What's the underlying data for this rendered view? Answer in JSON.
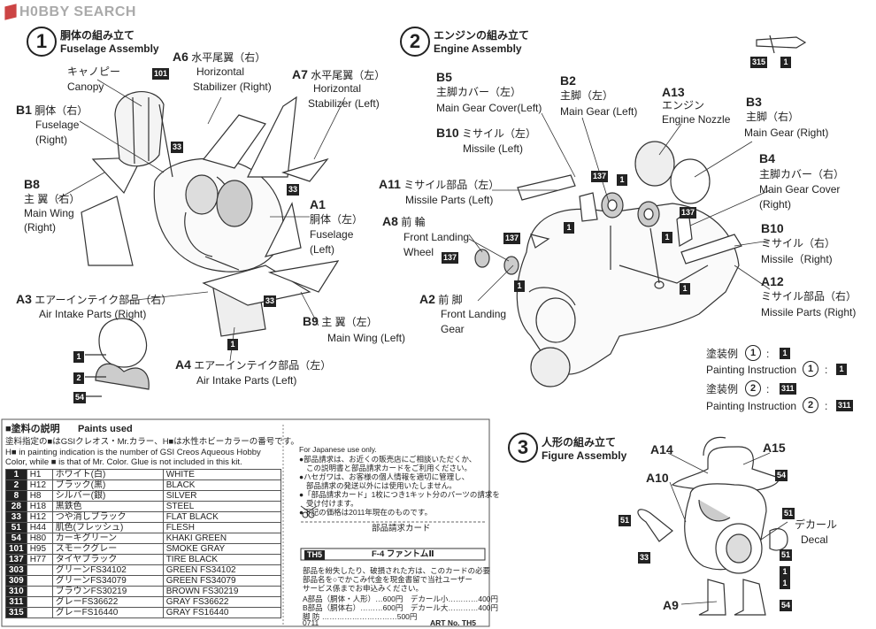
{
  "logo": {
    "brand": "H0BBY SEARCH"
  },
  "sec1": {
    "num": "1",
    "title_jp": "胴体の組み立て",
    "title_en": "Fuselage Assembly",
    "canopy": {
      "jp": "キャノピー",
      "en": "Canopy",
      "paint": "101"
    },
    "b1": {
      "code": "B1",
      "jp": "胴体（右）",
      "en1": "Fuselage",
      "en2": "(Right)"
    },
    "a6": {
      "code": "A6",
      "jp": "水平尾翼（右）",
      "en1": "Horizontal",
      "en2": "Stabilizer (Right)"
    },
    "a7": {
      "code": "A7",
      "jp": "水平尾翼（左）",
      "en1": "Horizontal",
      "en2": "Stabilizer (Left)"
    },
    "b8": {
      "code": "B8",
      "jp": "主 翼（右）",
      "en1": "Main Wing",
      "en2": "(Right)"
    },
    "a1": {
      "code": "A1",
      "jp": "胴体（左）",
      "en1": "Fuselage",
      "en2": "(Left)"
    },
    "a3": {
      "code": "A3",
      "jp": "エアーインテイク部品（右）",
      "en": "Air Intake Parts (Right)"
    },
    "b9": {
      "code": "B9",
      "jp": "主 翼（左）",
      "en": "Main Wing (Left)"
    },
    "a4": {
      "code": "A4",
      "jp": "エアーインテイク部品（左）",
      "en": "Air Intake Parts (Left)"
    },
    "tags": [
      "33",
      "33",
      "33",
      "1",
      "1",
      "2",
      "54"
    ]
  },
  "sec2": {
    "num": "2",
    "title_jp": "エンジンの組み立て",
    "title_en": "Engine Assembly",
    "missile_tags": [
      "315",
      "1"
    ],
    "b5": {
      "code": "B5",
      "jp": "主脚カバー（左）",
      "en": "Main Gear Cover(Left)"
    },
    "b2": {
      "code": "B2",
      "jp": "主脚（左）",
      "en": "Main Gear (Left)"
    },
    "a13": {
      "code": "A13",
      "jp": "エンジン",
      "en": "Engine Nozzle"
    },
    "b3": {
      "code": "B3",
      "jp": "主脚（右）",
      "en": "Main Gear (Right)"
    },
    "b10l": {
      "code": "B10",
      "jp": "ミサイル（左）",
      "en": "Missile (Left)"
    },
    "b4": {
      "code": "B4",
      "jp": "主脚カバー（右）",
      "en1": "Main Gear Cover",
      "en2": "(Right)"
    },
    "a11": {
      "code": "A11",
      "jp": "ミサイル部品（左）",
      "en": "Missile Parts (Left)"
    },
    "a8": {
      "code": "A8",
      "jp": "前 輪",
      "en1": "Front Landing",
      "en2": "Wheel"
    },
    "b10r": {
      "code": "B10",
      "jp": "ミサイル（右）",
      "en": "Missile（Right)"
    },
    "a12": {
      "code": "A12",
      "jp": "ミサイル部品（右）",
      "en": "Missile Parts (Right)"
    },
    "a2": {
      "code": "A2",
      "jp": "前 脚",
      "en1": "Front Landing",
      "en2": "Gear"
    },
    "tags": [
      "137",
      "1",
      "1",
      "137",
      "137",
      "1",
      "137",
      "1",
      "1"
    ],
    "paint": {
      "p1_jp": "塗装例",
      "p1_num": "1",
      "p1_tag": "1",
      "p1_en": "Painting Instruction",
      "p2_jp": "塗装例",
      "p2_num": "2",
      "p2_tag": "311",
      "p2_en": "Painting Instruction"
    }
  },
  "paints": {
    "title_jp": "■塗料の説明",
    "title_en": "Paints used",
    "note_jp": "塗料指定の■はGSIクレオス・Mr.カラー、H■は水性ホビーカラーの番号です。",
    "note_en1": "H■ in painting indication is the number of GSI Creos Aqueous Hobby",
    "note_en2": "Color, while ■ is that of  Mr. Color. Glue is not included in this kit.",
    "rows": [
      {
        "n": "1",
        "h": "H1",
        "jp": "ホワイト(白)",
        "en": "WHITE"
      },
      {
        "n": "2",
        "h": "H12",
        "jp": "ブラック(黒)",
        "en": "BLACK"
      },
      {
        "n": "8",
        "h": "H8",
        "jp": "シルバー(銀)",
        "en": "SILVER"
      },
      {
        "n": "28",
        "h": "H18",
        "jp": "黒鉄色",
        "en": "STEEL"
      },
      {
        "n": "33",
        "h": "H12",
        "jp": "つや消しブラック",
        "en": "FLAT BLACK"
      },
      {
        "n": "51",
        "h": "H44",
        "jp": "肌色(フレッシュ)",
        "en": "FLESH"
      },
      {
        "n": "54",
        "h": "H80",
        "jp": "カーキグリーン",
        "en": "KHAKI GREEN"
      },
      {
        "n": "101",
        "h": "H95",
        "jp": "スモークグレー",
        "en": "SMOKE GRAY"
      },
      {
        "n": "137",
        "h": "H77",
        "jp": "タイヤブラック",
        "en": "TIRE BLACK"
      },
      {
        "n": "303",
        "h": "",
        "jp": "グリーンFS34102",
        "en": "GREEN FS34102"
      },
      {
        "n": "309",
        "h": "",
        "jp": "グリーンFS34079",
        "en": "GREEN FS34079"
      },
      {
        "n": "310",
        "h": "",
        "jp": "ブラウンFS30219",
        "en": "BROWN FS30219"
      },
      {
        "n": "311",
        "h": "",
        "jp": "グレーFS36622",
        "en": "GRAY FS36622"
      },
      {
        "n": "315",
        "h": "",
        "jp": "グレーFS16440",
        "en": "GRAY FS16440"
      }
    ]
  },
  "card": {
    "only": "For Japanese use only.",
    "l1": "●部品請求は、お近くの販売店にご相談いただくか、",
    "l2": "この説明書と部品請求カードをご利用ください。",
    "l3": "●ハセガワは、お客様の個人情報を適切に管理し、",
    "l4": "部品請求の発送以外には使用いたしません。",
    "l5": "●「部品請求カード」1枚につき1キット分のパーツの請求を",
    "l6": "受け付けます。",
    "l7": "●下記の価格は2011年現在のものです。",
    "card_title": "部品請求カード",
    "code": "TH5",
    "name": "F-4 ファントムⅡ",
    "b1": "部品を紛失したり、破損された方は、このカードの必要",
    "b2": "部品名を○でかこみ代金を現金書留で当社ユーザー",
    "b3": "サービス係までお申込みください。",
    "r1": "A部品（胴体・人形）…600円　デカール小…………400円",
    "r2": "B部品（胴体右）………600円　デカール大…………400円",
    "r3": "脚 防 …………………………500円",
    "foot_l": "0711",
    "foot_r": "ART No. TH5"
  },
  "sec3": {
    "num": "3",
    "title_jp": "人形の組み立て",
    "title_en": "Figure Assembly",
    "a14": "A14",
    "a15": "A15",
    "a10": "A10",
    "a9": "A9",
    "decal_jp": "デカール",
    "decal_en": "Decal",
    "tags": [
      "54",
      "51",
      "51",
      "51",
      "33",
      "1",
      "1",
      "54"
    ]
  }
}
